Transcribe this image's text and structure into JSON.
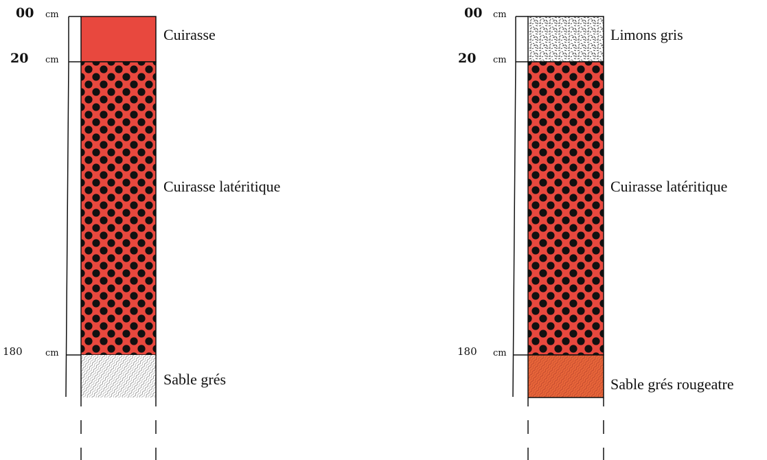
{
  "colors": {
    "laterite_red": "#e8483e",
    "nodule_black": "#111111",
    "sand_orange": "#e8653a",
    "outline": "#111111"
  },
  "profiles": [
    {
      "depth_labels": [
        {
          "value": "00",
          "unit": "cm"
        },
        {
          "value": "20",
          "unit": "cm"
        },
        {
          "value": "180",
          "unit": "cm"
        }
      ],
      "layers": [
        {
          "label": "Cuirasse",
          "pattern": "solid-red"
        },
        {
          "label": "Cuirasse latéritique",
          "pattern": "red-with-black-nodules"
        },
        {
          "label": "Sable grés",
          "pattern": "white-hatched"
        }
      ]
    },
    {
      "depth_labels": [
        {
          "value": "00",
          "unit": "cm"
        },
        {
          "value": "20",
          "unit": "cm"
        },
        {
          "value": "180",
          "unit": "cm"
        }
      ],
      "layers": [
        {
          "label": "Limons gris",
          "pattern": "white-speckled"
        },
        {
          "label": "Cuirasse latéritique",
          "pattern": "red-with-black-nodules"
        },
        {
          "label": "Sable grés rougeatre",
          "pattern": "orange-hatched"
        }
      ]
    }
  ]
}
